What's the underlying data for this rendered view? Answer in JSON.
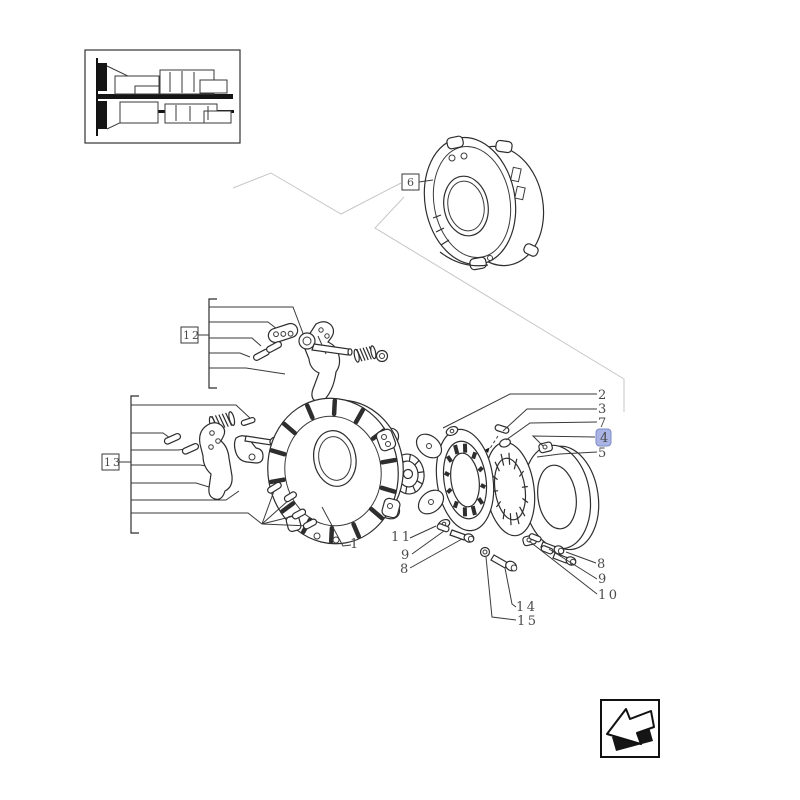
{
  "diagram_type": "exploded-parts-diagram-clutch-assembly",
  "callouts": {
    "boxed": [
      {
        "id": "group-6",
        "label": "6"
      },
      {
        "id": "group-12",
        "label": "12"
      },
      {
        "id": "group-13",
        "label": "13"
      }
    ],
    "plain": [
      {
        "id": "part-1",
        "label": "1"
      },
      {
        "id": "part-2",
        "label": "2"
      },
      {
        "id": "part-3",
        "label": "3"
      },
      {
        "id": "part-7",
        "label": "7"
      },
      {
        "id": "part-4",
        "label": "4",
        "highlighted": true
      },
      {
        "id": "part-5",
        "label": "5"
      },
      {
        "id": "part-11",
        "label": "11"
      },
      {
        "id": "part-9a",
        "label": "9"
      },
      {
        "id": "part-8a",
        "label": "8"
      },
      {
        "id": "part-14",
        "label": "14"
      },
      {
        "id": "part-15",
        "label": "15"
      },
      {
        "id": "part-8b",
        "label": "8"
      },
      {
        "id": "part-9b",
        "label": "9"
      },
      {
        "id": "part-10",
        "label": "10"
      }
    ],
    "highlighted_item": "4",
    "highlight_color": "#a9b4e4",
    "highlight_border": "#7d8bc7"
  },
  "colors": {
    "line": "#3a3a3a",
    "faint_leader": "#c7c7c7",
    "text": "#4a4a4a",
    "background": "#ffffff"
  },
  "icon": {
    "name": "back-arrow"
  }
}
